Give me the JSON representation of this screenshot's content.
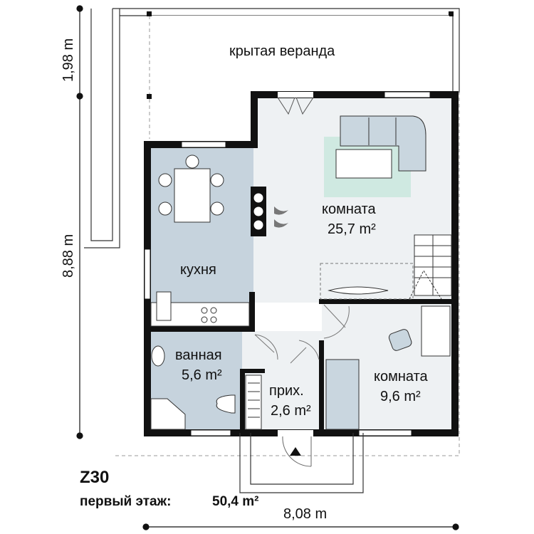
{
  "project": {
    "code": "Z30",
    "floor_label": "первый этаж:",
    "floor_area": "50,4 m²"
  },
  "rooms": {
    "veranda": {
      "name": "крытая веранда"
    },
    "living": {
      "name": "комната",
      "area": "25,7 m²"
    },
    "kitchen": {
      "name": "кухня"
    },
    "bath": {
      "name": "ванная",
      "area": "5,6 m²"
    },
    "hall": {
      "name": "прих.",
      "area": "2,6 m²"
    },
    "bedroom": {
      "name": "комната",
      "area": "9,6 m²"
    }
  },
  "dimensions": {
    "veranda_depth": "1,98 m",
    "house_depth": "8,88 m",
    "house_width": "8,08 m"
  },
  "colors": {
    "wall": "#111111",
    "floor": "#eef1f3",
    "kitchen_floor": "#c6d3dd",
    "bath_floor": "#c6d3dd",
    "furniture": "#c9d6df",
    "rug": "#cfe9e1"
  }
}
